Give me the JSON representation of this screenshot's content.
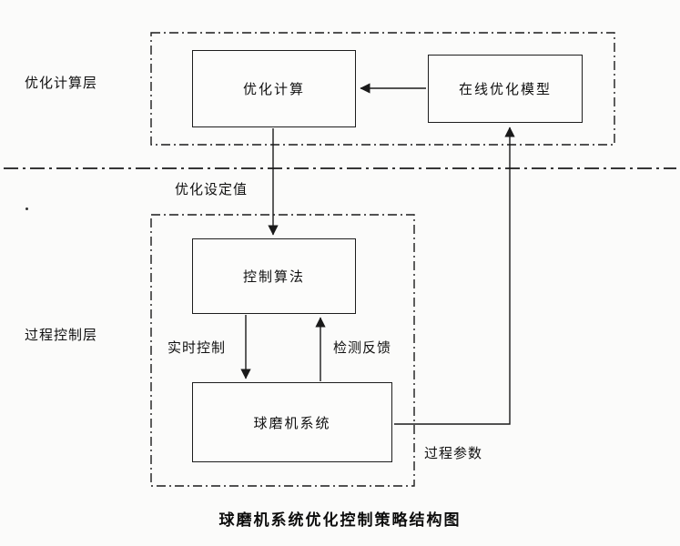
{
  "diagram": {
    "caption": "球磨机系统优化控制策略结构图",
    "layer_labels": {
      "optimization": "优化计算层",
      "process": "过程控制层"
    },
    "nodes": {
      "optimization_computation": "优化计算",
      "online_optimization_model": "在线优化模型",
      "control_algorithm": "控制算法",
      "ball_mill_system": "球磨机系统"
    },
    "edge_labels": {
      "optimized_setpoint": "优化设定值",
      "realtime_control": "实时控制",
      "detection_feedback": "检测反馈",
      "process_parameters": "过程参数"
    },
    "colors": {
      "line": "#1a1a1a",
      "background": "#fbfbfa"
    }
  }
}
